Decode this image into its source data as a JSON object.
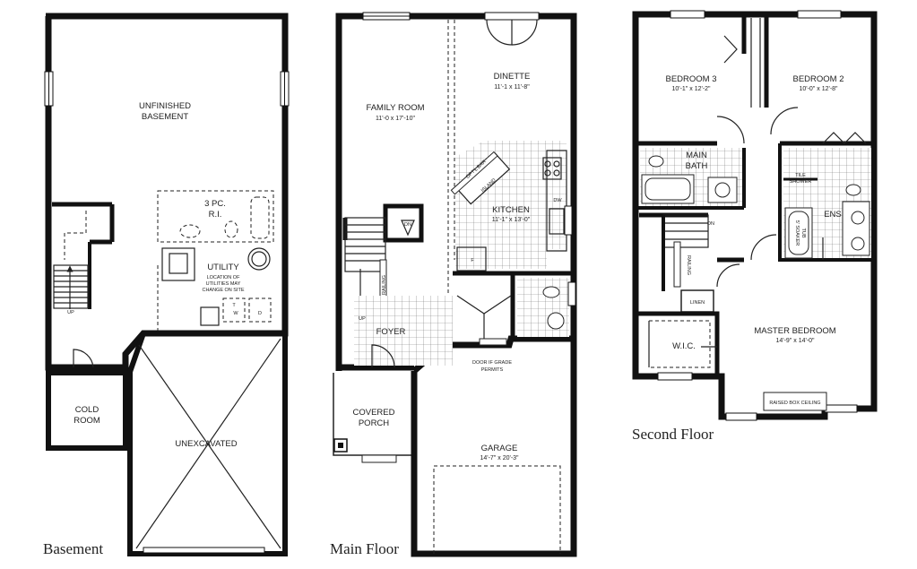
{
  "floors": {
    "basement": {
      "caption": "Basement",
      "unfinished_basement": [
        "UNFINISHED",
        "BASEMENT"
      ],
      "rough_in": [
        "3 PC.",
        "R.I."
      ],
      "utility": "UTILITY",
      "utility_note": [
        "LOCATION OF",
        "UTILITIES MAY",
        "CHANGE ON SITE"
      ],
      "up": "UP",
      "cold_room": [
        "COLD",
        "ROOM"
      ],
      "unexcavated": "UNEXCAVATED",
      "appliances": [
        "T",
        "W",
        "D"
      ]
    },
    "main": {
      "caption": "Main Floor",
      "family_room": "FAMILY ROOM",
      "family_room_dim": "11'-0 x 17'-10\"",
      "dinette": "DINETTE",
      "dinette_dim": "11'-1 x 11'-8\"",
      "kitchen": "KITCHEN",
      "kitchen_dim": "11'-1\" x 13'-0\"",
      "island": "ISLAND",
      "opt_bar": "OPT'L BAR",
      "dw": "DW",
      "fridge": "F",
      "dn": "DN",
      "up": "UP",
      "railing": "RAILING",
      "foyer": "FOYER",
      "covered_porch": [
        "COVERED",
        "PORCH"
      ],
      "door_note": [
        "DOOR IF GRADE",
        "PERMITS"
      ],
      "garage": "GARAGE",
      "garage_dim": "14'-7\" x 20'-3\""
    },
    "second": {
      "caption": "Second Floor",
      "bedroom3": "BEDROOM 3",
      "bedroom3_dim": "10'-1\" x 12'-2\"",
      "bedroom2": "BEDROOM 2",
      "bedroom2_dim": "10'-0\" x 12'-8\"",
      "main_bath": [
        "MAIN",
        "BATH"
      ],
      "tile_shower": [
        "TILE",
        "SHOWER"
      ],
      "ens": "ENS",
      "soaker_tub": [
        "5' SOAKER",
        "TUB"
      ],
      "dn": "DN",
      "railing": "RAILING",
      "linen": "LINEN",
      "wic": "W.I.C.",
      "master_bedroom": "MASTER BEDROOM",
      "master_bedroom_dim": "14'-9\" x 14'-0\"",
      "raised_ceiling": "RAISED BOX CEILING"
    }
  }
}
